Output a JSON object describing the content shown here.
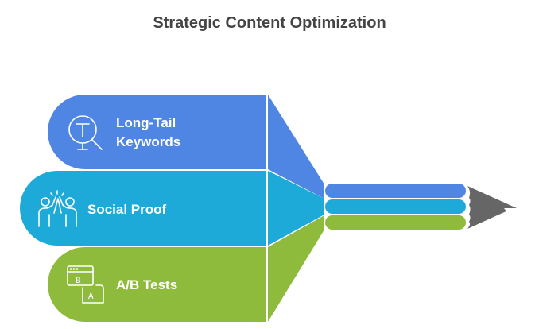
{
  "title": "Strategic Content Optimization",
  "items": [
    {
      "label_line1": "Long-Tail",
      "label_line2": "Keywords",
      "icon": "keyword-search-icon",
      "color": "#4F86E3"
    },
    {
      "label": "Social Proof",
      "icon": "high-five-icon",
      "color": "#1EAAD9"
    },
    {
      "label": "A/B Tests",
      "icon": "ab-test-icon",
      "color": "#8FBB3C"
    }
  ],
  "pencil_tip_color": "#666666",
  "icon_letters": {
    "t": "T",
    "b": "B",
    "a": "A"
  }
}
